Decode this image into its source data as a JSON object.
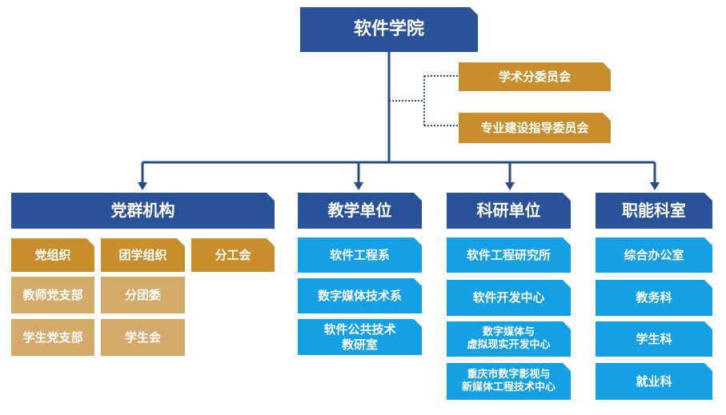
{
  "org_chart": {
    "root": "软件学院",
    "committees": [
      "学术分委员会",
      "专业建设指导委员会"
    ],
    "departments": [
      {
        "title": "党群机构",
        "rows": [
          [
            "党组织",
            "团学组织",
            "分工会"
          ],
          [
            "教师党支部",
            "分团委"
          ],
          [
            "学生党支部",
            "学生会"
          ]
        ]
      },
      {
        "title": "教学单位",
        "items": [
          "软件工程系",
          "数字媒体技术系",
          "软件公共技术\n教研室"
        ]
      },
      {
        "title": "科研单位",
        "items": [
          "软件工程研究所",
          "软件开发中心",
          "数字媒体与\n虚拟现实开发中心",
          "重庆市数字影视与\n新媒体工程技术中心"
        ]
      },
      {
        "title": "职能科室",
        "items": [
          "综合办公室",
          "教务科",
          "学生科",
          "就业科"
        ]
      }
    ]
  },
  "colors": {
    "navy": "#2a5298",
    "gold": "#c98e2c",
    "sand": "#d4aa6b",
    "blue": "#14a0e4",
    "connector": "#2a4a8c"
  }
}
